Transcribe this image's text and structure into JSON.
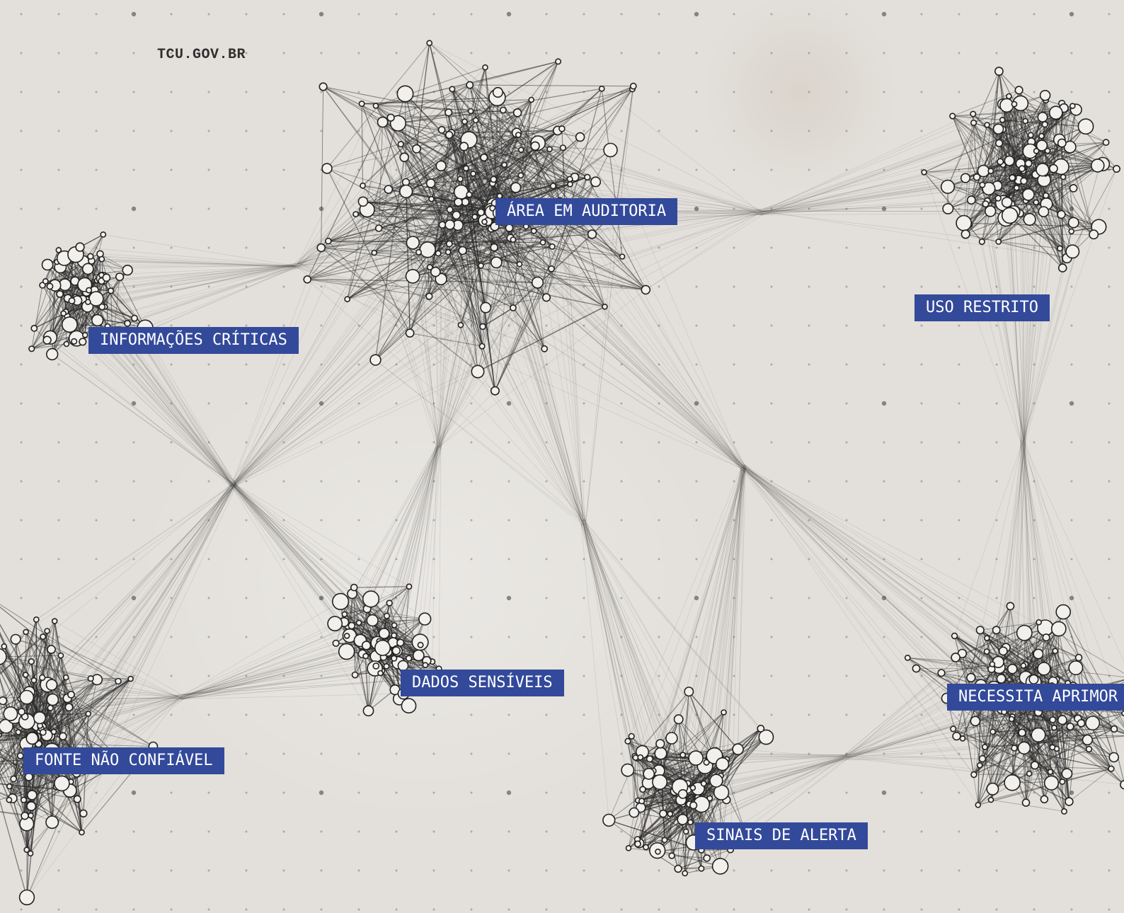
{
  "watermark": "TCU.GOV.BR",
  "clusters": [
    {
      "key": "area-em-auditoria",
      "label": "ÁREA EM AUDITORIA"
    },
    {
      "key": "informacoes-criticas",
      "label": "INFORMAÇÕES CRÍTICAS"
    },
    {
      "key": "uso-restrito",
      "label": "USO RESTRITO"
    },
    {
      "key": "dados-sensiveis",
      "label": "DADOS SENSÍVEIS"
    },
    {
      "key": "fonte-nao-confiavel",
      "label": "FONTE NÃO CONFIÁVEL"
    },
    {
      "key": "sinais-de-alerta",
      "label": "SINAIS DE ALERTA"
    },
    {
      "key": "necessita-aprimoramento",
      "label": "NECESSITA APRIMOR"
    }
  ],
  "colors": {
    "paper": "#e3e0db",
    "edge": "#2b2b2b",
    "node_fill": "#f2f0ec",
    "node_stroke": "#222222",
    "label_background": "#33499a",
    "label_text": "#ffffff"
  }
}
